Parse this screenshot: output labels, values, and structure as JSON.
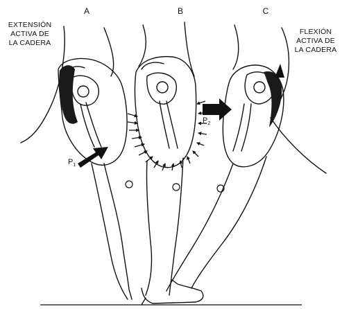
{
  "figure": {
    "panels": [
      {
        "letter": "A"
      },
      {
        "letter": "B"
      },
      {
        "letter": "C"
      }
    ],
    "left_caption": [
      "EXTENSIÓN",
      "ACTIVA DE",
      "LA CADERA"
    ],
    "right_caption": [
      "FLEXIÓN",
      "ACTIVA DE",
      "LA CADERA"
    ],
    "force_labels": [
      {
        "base": "P",
        "sub": "1"
      },
      {
        "base": "P",
        "sub": "2"
      }
    ],
    "colors": {
      "ink": "#111111",
      "shade": "#1a1a1a",
      "paper": "#ffffff"
    }
  }
}
